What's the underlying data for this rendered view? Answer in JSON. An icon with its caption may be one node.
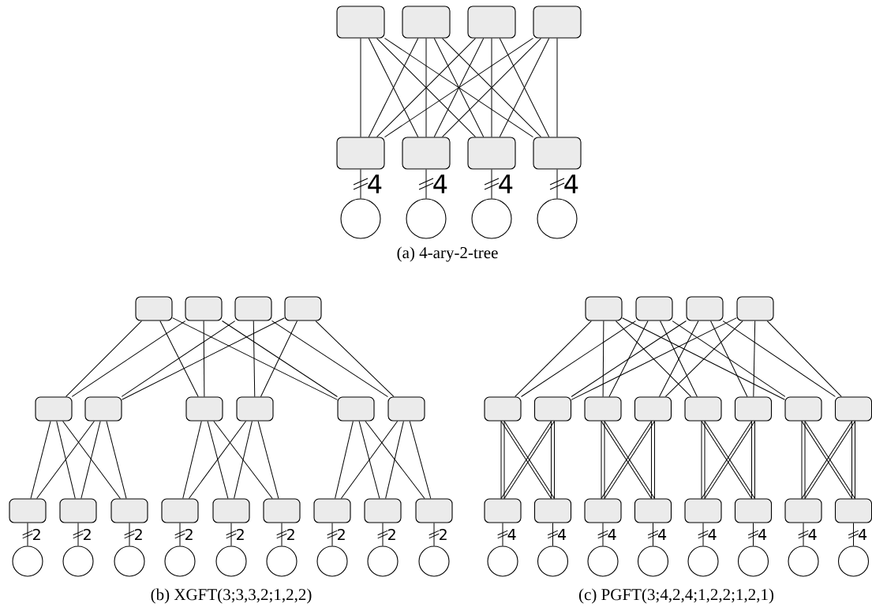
{
  "diagram": {
    "nodes": [
      {
        "text": [],
        "shape": "box"
      },
      {
        "text": [],
        "shape": "box"
      },
      {
        "text": [],
        "shape": "box"
      },
      {
        "text": [],
        "shape": "box"
      },
      {
        "text": [],
        "shape": "box"
      },
      {
        "text": [],
        "shape": "box"
      },
      {
        "text": [],
        "shape": "box"
      },
      {
        "text": [],
        "shape": "box"
      },
      {
        "text": [],
        "shape": "circle"
      },
      {
        "text": [],
        "shape": "circle"
      },
      {
        "text": [],
        "shape": "circle"
      },
      {
        "text": [],
        "shape": "circle"
      },
      {
        "text": [],
        "shape": "box"
      },
      {
        "text": [],
        "shape": "box"
      },
      {
        "text": [],
        "shape": "box"
      },
      {
        "text": [],
        "shape": "box"
      },
      {
        "text": [],
        "shape": "box"
      },
      {
        "text": [],
        "shape": "box"
      },
      {
        "text": [],
        "shape": "box"
      },
      {
        "text": [],
        "shape": "box"
      },
      {
        "text": [],
        "shape": "box"
      },
      {
        "text": [],
        "shape": "box"
      },
      {
        "text": [],
        "shape": "box"
      },
      {
        "text": [],
        "shape": "box"
      },
      {
        "text": [],
        "shape": "box"
      },
      {
        "text": [],
        "shape": "box"
      },
      {
        "text": [],
        "shape": "box"
      },
      {
        "text": [],
        "shape": "box"
      },
      {
        "text": [],
        "shape": "box"
      },
      {
        "text": [],
        "shape": "box"
      },
      {
        "text": [],
        "shape": "box"
      },
      {
        "text": [],
        "shape": "circle"
      },
      {
        "text": [],
        "shape": "circle"
      },
      {
        "text": [],
        "shape": "circle"
      },
      {
        "text": [],
        "shape": "circle"
      },
      {
        "text": [],
        "shape": "circle"
      },
      {
        "text": [],
        "shape": "circle"
      },
      {
        "text": [],
        "shape": "circle"
      },
      {
        "text": [],
        "shape": "circle"
      },
      {
        "text": [],
        "shape": "circle"
      },
      {
        "text": [],
        "shape": "box"
      },
      {
        "text": [],
        "shape": "box"
      },
      {
        "text": [],
        "shape": "box"
      },
      {
        "text": [],
        "shape": "box"
      },
      {
        "text": [],
        "shape": "box"
      },
      {
        "text": [],
        "shape": "box"
      },
      {
        "text": [],
        "shape": "box"
      },
      {
        "text": [],
        "shape": "box"
      },
      {
        "text": [],
        "shape": "box"
      },
      {
        "text": [],
        "shape": "box"
      },
      {
        "text": [],
        "shape": "box"
      },
      {
        "text": [],
        "shape": "box"
      },
      {
        "text": [],
        "shape": "box"
      },
      {
        "text": [],
        "shape": "box"
      },
      {
        "text": [],
        "shape": "box"
      },
      {
        "text": [],
        "shape": "box"
      },
      {
        "text": [],
        "shape": "box"
      },
      {
        "text": [],
        "shape": "box"
      },
      {
        "text": [],
        "shape": "box"
      },
      {
        "text": [],
        "shape": "box"
      },
      {
        "text": [],
        "shape": "circle"
      },
      {
        "text": [],
        "shape": "circle"
      },
      {
        "text": [],
        "shape": "circle"
      },
      {
        "text": [],
        "shape": "circle"
      },
      {
        "text": [],
        "shape": "circle"
      },
      {
        "text": [],
        "shape": "circle"
      },
      {
        "text": [],
        "shape": "circle"
      },
      {
        "text": [],
        "shape": "circle"
      }
    ],
    "edges": [
      {
        "from": 0,
        "to": 4,
        "arrow": "none"
      },
      {
        "from": 0,
        "to": 5,
        "arrow": "none"
      },
      {
        "from": 0,
        "to": 6,
        "arrow": "none"
      },
      {
        "from": 0,
        "to": 7,
        "arrow": "none"
      },
      {
        "from": 1,
        "to": 4,
        "arrow": "none"
      },
      {
        "from": 1,
        "to": 5,
        "arrow": "none"
      },
      {
        "from": 1,
        "to": 6,
        "arrow": "none"
      },
      {
        "from": 1,
        "to": 7,
        "arrow": "none"
      },
      {
        "from": 2,
        "to": 4,
        "arrow": "none"
      },
      {
        "from": 2,
        "to": 5,
        "arrow": "none"
      },
      {
        "from": 2,
        "to": 6,
        "arrow": "none"
      },
      {
        "from": 2,
        "to": 7,
        "arrow": "none"
      },
      {
        "from": 3,
        "to": 4,
        "arrow": "none"
      },
      {
        "from": 3,
        "to": 5,
        "arrow": "none"
      },
      {
        "from": 3,
        "to": 6,
        "arrow": "none"
      },
      {
        "from": 3,
        "to": 7,
        "arrow": "none"
      },
      {
        "from": 4,
        "to": 8,
        "arrow": "none",
        "label": "4"
      },
      {
        "from": 5,
        "to": 9,
        "arrow": "none",
        "label": "4"
      },
      {
        "from": 6,
        "to": 10,
        "arrow": "none",
        "label": "4"
      },
      {
        "from": 7,
        "to": 11,
        "arrow": "none",
        "label": "4"
      },
      {
        "from": 12,
        "to": 16,
        "arrow": "none"
      },
      {
        "from": 12,
        "to": 18,
        "arrow": "none"
      },
      {
        "from": 12,
        "to": 20,
        "arrow": "none"
      },
      {
        "from": 13,
        "to": 16,
        "arrow": "none"
      },
      {
        "from": 13,
        "to": 18,
        "arrow": "none"
      },
      {
        "from": 13,
        "to": 20,
        "arrow": "none"
      },
      {
        "from": 14,
        "to": 17,
        "arrow": "none"
      },
      {
        "from": 14,
        "to": 19,
        "arrow": "none"
      },
      {
        "from": 14,
        "to": 21,
        "arrow": "none"
      },
      {
        "from": 15,
        "to": 17,
        "arrow": "none"
      },
      {
        "from": 15,
        "to": 19,
        "arrow": "none"
      },
      {
        "from": 15,
        "to": 21,
        "arrow": "none"
      },
      {
        "from": 16,
        "to": 22,
        "arrow": "none"
      },
      {
        "from": 16,
        "to": 23,
        "arrow": "none"
      },
      {
        "from": 16,
        "to": 24,
        "arrow": "none"
      },
      {
        "from": 17,
        "to": 22,
        "arrow": "none"
      },
      {
        "from": 17,
        "to": 23,
        "arrow": "none"
      },
      {
        "from": 17,
        "to": 24,
        "arrow": "none"
      },
      {
        "from": 18,
        "to": 25,
        "arrow": "none"
      },
      {
        "from": 18,
        "to": 26,
        "arrow": "none"
      },
      {
        "from": 18,
        "to": 27,
        "arrow": "none"
      },
      {
        "from": 19,
        "to": 25,
        "arrow": "none"
      },
      {
        "from": 19,
        "to": 26,
        "arrow": "none"
      },
      {
        "from": 19,
        "to": 27,
        "arrow": "none"
      },
      {
        "from": 20,
        "to": 28,
        "arrow": "none"
      },
      {
        "from": 20,
        "to": 29,
        "arrow": "none"
      },
      {
        "from": 20,
        "to": 30,
        "arrow": "none"
      },
      {
        "from": 21,
        "to": 28,
        "arrow": "none"
      },
      {
        "from": 21,
        "to": 29,
        "arrow": "none"
      },
      {
        "from": 21,
        "to": 30,
        "arrow": "none"
      },
      {
        "from": 22,
        "to": 31,
        "arrow": "none",
        "label": "2"
      },
      {
        "from": 23,
        "to": 32,
        "arrow": "none",
        "label": "2"
      },
      {
        "from": 24,
        "to": 33,
        "arrow": "none",
        "label": "2"
      },
      {
        "from": 25,
        "to": 34,
        "arrow": "none",
        "label": "2"
      },
      {
        "from": 26,
        "to": 35,
        "arrow": "none",
        "label": "2"
      },
      {
        "from": 27,
        "to": 36,
        "arrow": "none",
        "label": "2"
      },
      {
        "from": 28,
        "to": 37,
        "arrow": "none",
        "label": "2"
      },
      {
        "from": 29,
        "to": 38,
        "arrow": "none",
        "label": "2"
      },
      {
        "from": 30,
        "to": 39,
        "arrow": "none",
        "label": "2"
      },
      {
        "from": 40,
        "to": 44,
        "arrow": "none"
      },
      {
        "from": 40,
        "to": 46,
        "arrow": "none"
      },
      {
        "from": 40,
        "to": 48,
        "arrow": "none"
      },
      {
        "from": 40,
        "to": 50,
        "arrow": "none"
      },
      {
        "from": 41,
        "to": 44,
        "arrow": "none"
      },
      {
        "from": 41,
        "to": 46,
        "arrow": "none"
      },
      {
        "from": 41,
        "to": 48,
        "arrow": "none"
      },
      {
        "from": 41,
        "to": 50,
        "arrow": "none"
      },
      {
        "from": 42,
        "to": 45,
        "arrow": "none"
      },
      {
        "from": 42,
        "to": 47,
        "arrow": "none"
      },
      {
        "from": 42,
        "to": 49,
        "arrow": "none"
      },
      {
        "from": 42,
        "to": 51,
        "arrow": "none"
      },
      {
        "from": 43,
        "to": 45,
        "arrow": "none"
      },
      {
        "from": 43,
        "to": 47,
        "arrow": "none"
      },
      {
        "from": 43,
        "to": 49,
        "arrow": "none"
      },
      {
        "from": 43,
        "to": 51,
        "arrow": "none"
      },
      {
        "from": 44,
        "to": 52,
        "arrow": "none"
      },
      {
        "from": 44,
        "to": 52,
        "arrow": "none"
      },
      {
        "from": 44,
        "to": 53,
        "arrow": "none"
      },
      {
        "from": 44,
        "to": 53,
        "arrow": "none"
      },
      {
        "from": 45,
        "to": 52,
        "arrow": "none"
      },
      {
        "from": 45,
        "to": 52,
        "arrow": "none"
      },
      {
        "from": 45,
        "to": 53,
        "arrow": "none"
      },
      {
        "from": 45,
        "to": 53,
        "arrow": "none"
      },
      {
        "from": 46,
        "to": 54,
        "arrow": "none"
      },
      {
        "from": 46,
        "to": 54,
        "arrow": "none"
      },
      {
        "from": 46,
        "to": 55,
        "arrow": "none"
      },
      {
        "from": 46,
        "to": 55,
        "arrow": "none"
      },
      {
        "from": 47,
        "to": 54,
        "arrow": "none"
      },
      {
        "from": 47,
        "to": 54,
        "arrow": "none"
      },
      {
        "from": 47,
        "to": 55,
        "arrow": "none"
      },
      {
        "from": 47,
        "to": 55,
        "arrow": "none"
      },
      {
        "from": 48,
        "to": 56,
        "arrow": "none"
      },
      {
        "from": 48,
        "to": 56,
        "arrow": "none"
      },
      {
        "from": 48,
        "to": 57,
        "arrow": "none"
      },
      {
        "from": 48,
        "to": 57,
        "arrow": "none"
      },
      {
        "from": 49,
        "to": 56,
        "arrow": "none"
      },
      {
        "from": 49,
        "to": 56,
        "arrow": "none"
      },
      {
        "from": 49,
        "to": 57,
        "arrow": "none"
      },
      {
        "from": 49,
        "to": 57,
        "arrow": "none"
      },
      {
        "from": 50,
        "to": 58,
        "arrow": "none"
      },
      {
        "from": 50,
        "to": 58,
        "arrow": "none"
      },
      {
        "from": 50,
        "to": 59,
        "arrow": "none"
      },
      {
        "from": 50,
        "to": 59,
        "arrow": "none"
      },
      {
        "from": 51,
        "to": 58,
        "arrow": "none"
      },
      {
        "from": 51,
        "to": 58,
        "arrow": "none"
      },
      {
        "from": 51,
        "to": 59,
        "arrow": "none"
      },
      {
        "from": 51,
        "to": 59,
        "arrow": "none"
      },
      {
        "from": 52,
        "to": 60,
        "arrow": "none",
        "label": "4"
      },
      {
        "from": 53,
        "to": 61,
        "arrow": "none",
        "label": "4"
      },
      {
        "from": 54,
        "to": 62,
        "arrow": "none",
        "label": "4"
      },
      {
        "from": 55,
        "to": 63,
        "arrow": "none",
        "label": "4"
      },
      {
        "from": 56,
        "to": 64,
        "arrow": "none",
        "label": "4"
      },
      {
        "from": 57,
        "to": 65,
        "arrow": "none",
        "label": "4"
      },
      {
        "from": 58,
        "to": 66,
        "arrow": "none",
        "label": "4"
      },
      {
        "from": 59,
        "to": 67,
        "arrow": "none",
        "label": "4"
      }
    ],
    "labels": [
      "(a) 4-ary-2-tree",
      "(b) XGFT(3;3,3,2;1,2,2)",
      "(c) PGFT(3;4,2,4;1,2,2;1,2,1)"
    ]
  }
}
